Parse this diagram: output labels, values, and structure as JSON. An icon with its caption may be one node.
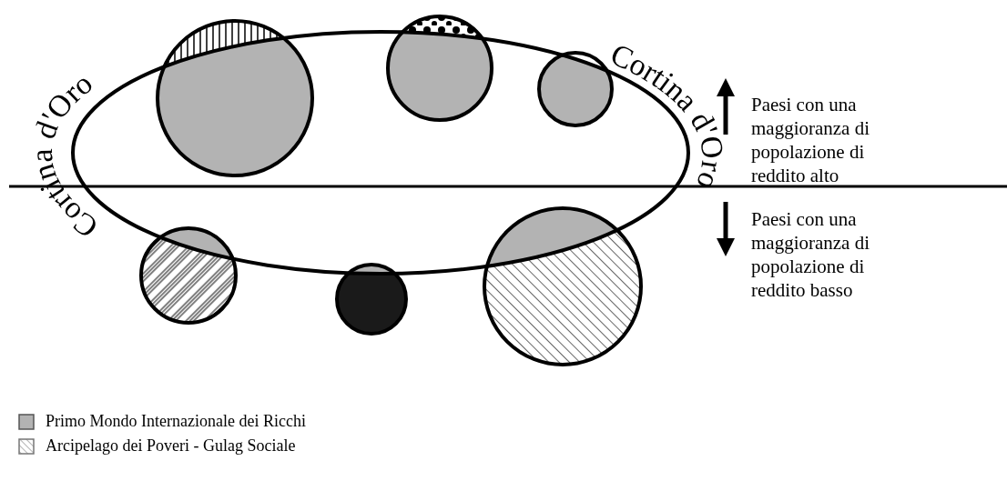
{
  "diagram": {
    "labels": [
      "Cortina d'Oro",
      "Cortina d'Oro",
      "Paesi con una maggioranza di popolazione di reddito alto",
      "Paesi con una maggioranza di popolazione di reddito basso"
    ],
    "legend": [
      {
        "text": "Primo Mondo Internazionale dei Ricchi",
        "color": "#b3b3b3"
      },
      {
        "text": "Arcipelago dei Poveri - Gulag Sociale"
      }
    ]
  }
}
